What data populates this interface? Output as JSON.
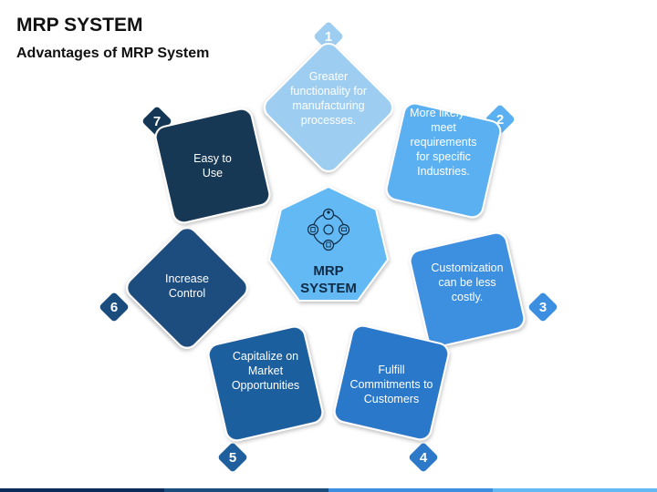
{
  "header": {
    "title": "MRP SYSTEM",
    "subtitle": "Advantages of MRP System"
  },
  "center": {
    "line1": "MRP",
    "line2": "SYSTEM",
    "icon": "gear-people-network-icon",
    "color": "#63b9f3"
  },
  "advantages": [
    {
      "number": "1",
      "lines": [
        "Greater",
        "functionality for",
        "manufacturing",
        "processes."
      ],
      "color": "#9dcdf0",
      "text_color": "#0f2a44"
    },
    {
      "number": "2",
      "lines": [
        "More likely to",
        "meet",
        "requirements",
        "for specific",
        "Industries."
      ],
      "color": "#5ab0f0",
      "text_color": "#ffffff"
    },
    {
      "number": "3",
      "lines": [
        "Customization",
        "can be less",
        "costly."
      ],
      "color": "#3c8fe0",
      "text_color": "#ffffff"
    },
    {
      "number": "4",
      "lines": [
        "Fulfill",
        "Commitments to",
        "Customers"
      ],
      "color": "#2c78c9",
      "text_color": "#ffffff"
    },
    {
      "number": "5",
      "lines": [
        "Capitalize on",
        "Market",
        "Opportunities"
      ],
      "color": "#1f5f9e",
      "text_color": "#ffffff"
    },
    {
      "number": "6",
      "lines": [
        "Increase",
        "Control"
      ],
      "color": "#1a4d7e",
      "text_color": "#ffffff"
    },
    {
      "number": "7",
      "lines": [
        "Easy to",
        "Use"
      ],
      "color": "#143755",
      "text_color": "#ffffff"
    }
  ],
  "footer_bar_colors": [
    "#0b2b5a",
    "#1a4d7e",
    "#3c8fe0",
    "#63b9f3"
  ]
}
